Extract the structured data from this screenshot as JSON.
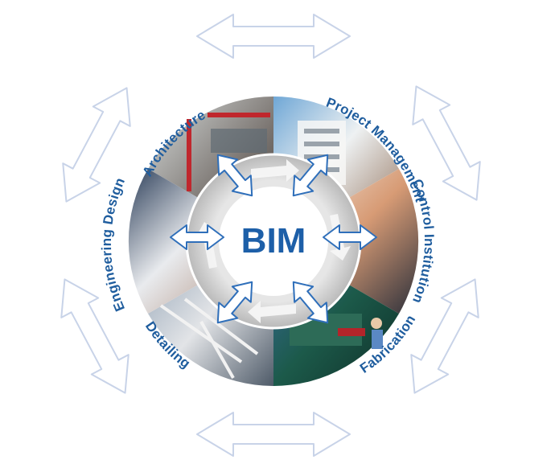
{
  "center": {
    "label": "BIM"
  },
  "segments": [
    {
      "label": "Architecture"
    },
    {
      "label": "Project Management"
    },
    {
      "label": "Control Institution"
    },
    {
      "label": "Fabrication"
    },
    {
      "label": "Detailing"
    },
    {
      "label": "Engineering Design"
    }
  ],
  "colors": {
    "accent": "#1f5d9e",
    "ring": "#c9c9c9",
    "arrow_outline": "#c8d3e8"
  }
}
